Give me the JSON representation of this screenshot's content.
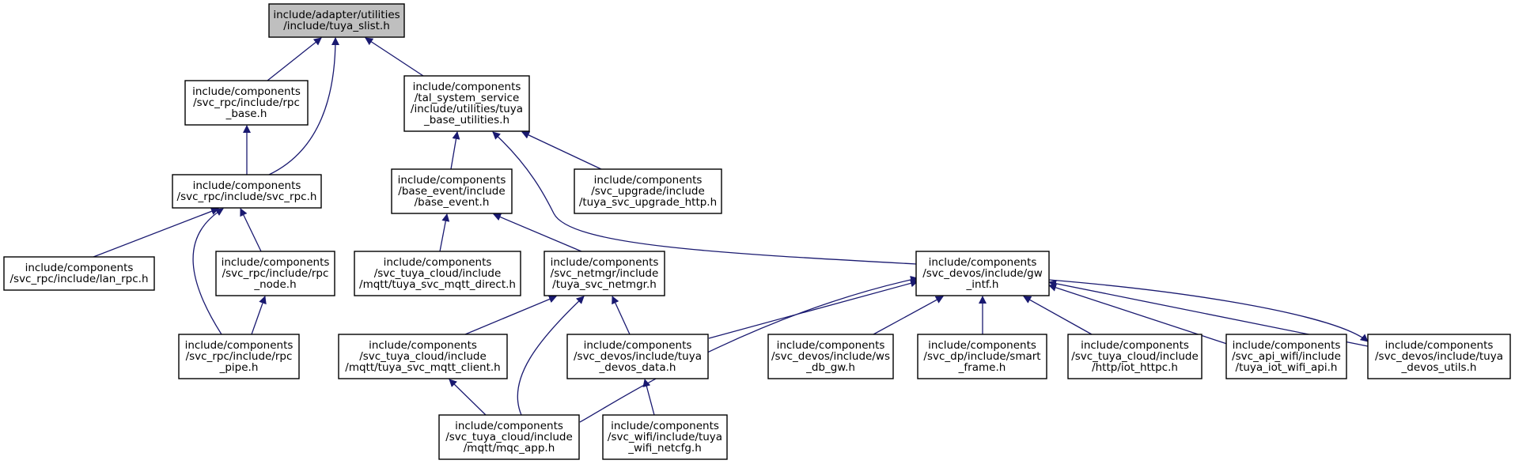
{
  "colors": {
    "edge": "#191970",
    "root_fill": "#bfbfbf",
    "node_fill": "#ffffff",
    "border": "#000000"
  },
  "nodes": [
    {
      "id": "n0",
      "lines": [
        "include/adapter/utilities",
        "/include/tuya_slist.h"
      ],
      "root": true
    },
    {
      "id": "n1",
      "lines": [
        "include/components",
        "/svc_rpc/include/rpc",
        "_base.h"
      ]
    },
    {
      "id": "n2",
      "lines": [
        "include/components",
        "/tal_system_service",
        "/include/utilities/tuya",
        "_base_utilities.h"
      ]
    },
    {
      "id": "n3",
      "lines": [
        "include/components",
        "/svc_rpc/include/svc_rpc.h"
      ]
    },
    {
      "id": "n4",
      "lines": [
        "include/components",
        "/base_event/include",
        "/base_event.h"
      ]
    },
    {
      "id": "n5",
      "lines": [
        "include/components",
        "/svc_upgrade/include",
        "/tuya_svc_upgrade_http.h"
      ]
    },
    {
      "id": "n6",
      "lines": [
        "include/components",
        "/svc_rpc/include/lan_rpc.h"
      ]
    },
    {
      "id": "n7",
      "lines": [
        "include/components",
        "/svc_rpc/include/rpc",
        "_node.h"
      ]
    },
    {
      "id": "n8",
      "lines": [
        "include/components",
        "/svc_tuya_cloud/include",
        "/mqtt/tuya_svc_mqtt_direct.h"
      ]
    },
    {
      "id": "n9",
      "lines": [
        "include/components",
        "/svc_netmgr/include",
        "/tuya_svc_netmgr.h"
      ]
    },
    {
      "id": "n10",
      "lines": [
        "include/components",
        "/svc_devos/include/gw",
        "_intf.h"
      ]
    },
    {
      "id": "n11",
      "lines": [
        "include/components",
        "/svc_rpc/include/rpc",
        "_pipe.h"
      ]
    },
    {
      "id": "n12",
      "lines": [
        "include/components",
        "/svc_tuya_cloud/include",
        "/mqtt/tuya_svc_mqtt_client.h"
      ]
    },
    {
      "id": "n13",
      "lines": [
        "include/components",
        "/svc_devos/include/tuya",
        "_devos_data.h"
      ]
    },
    {
      "id": "n14",
      "lines": [
        "include/components",
        "/svc_devos/include/ws",
        "_db_gw.h"
      ]
    },
    {
      "id": "n15",
      "lines": [
        "include/components",
        "/svc_dp/include/smart",
        "_frame.h"
      ]
    },
    {
      "id": "n16",
      "lines": [
        "include/components",
        "/svc_tuya_cloud/include",
        "/http/iot_httpc.h"
      ]
    },
    {
      "id": "n17",
      "lines": [
        "include/components",
        "/svc_api_wifi/include",
        "/tuya_iot_wifi_api.h"
      ]
    },
    {
      "id": "n18",
      "lines": [
        "include/components",
        "/svc_devos/include/tuya",
        "_devos_utils.h"
      ]
    },
    {
      "id": "n19",
      "lines": [
        "include/components",
        "/svc_tuya_cloud/include",
        "/mqtt/mqc_app.h"
      ]
    },
    {
      "id": "n20",
      "lines": [
        "include/components",
        "/svc_wifi/include/tuya",
        "_wifi_netcfg.h"
      ]
    }
  ],
  "edges": [
    {
      "from": "n1",
      "to": "n0"
    },
    {
      "from": "n3",
      "to": "n0"
    },
    {
      "from": "n2",
      "to": "n0"
    },
    {
      "from": "n3",
      "to": "n1"
    },
    {
      "from": "n6",
      "to": "n3"
    },
    {
      "from": "n7",
      "to": "n3"
    },
    {
      "from": "n11",
      "to": "n3"
    },
    {
      "from": "n11",
      "to": "n7"
    },
    {
      "from": "n4",
      "to": "n2"
    },
    {
      "from": "n5",
      "to": "n2"
    },
    {
      "from": "n10",
      "to": "n2"
    },
    {
      "from": "n8",
      "to": "n4"
    },
    {
      "from": "n9",
      "to": "n4"
    },
    {
      "from": "n12",
      "to": "n9"
    },
    {
      "from": "n19",
      "to": "n9"
    },
    {
      "from": "n13",
      "to": "n9"
    },
    {
      "from": "n19",
      "to": "n12"
    },
    {
      "from": "n20",
      "to": "n13"
    },
    {
      "from": "n19",
      "to": "n10"
    },
    {
      "from": "n13",
      "to": "n10"
    },
    {
      "from": "n14",
      "to": "n10"
    },
    {
      "from": "n15",
      "to": "n10"
    },
    {
      "from": "n16",
      "to": "n10"
    },
    {
      "from": "n17",
      "to": "n10"
    },
    {
      "from": "n18",
      "to": "n10"
    },
    {
      "from": "n10",
      "to": "n18"
    }
  ]
}
